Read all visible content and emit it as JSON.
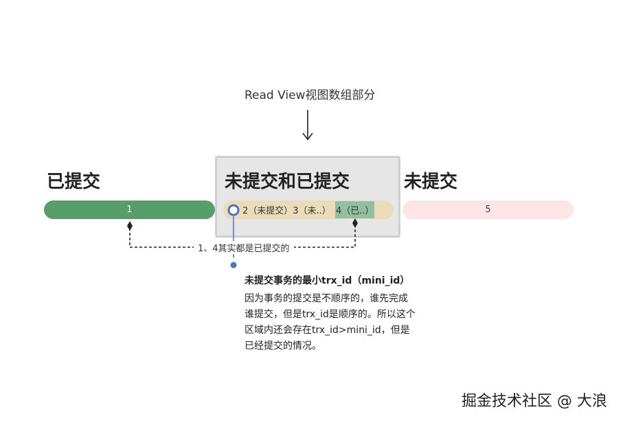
{
  "read_view_label": "Read View视图数组部分",
  "sections": {
    "committed_title": "已提交",
    "mixed_title": "未提交和已提交",
    "uncommitted_title": "未提交"
  },
  "bars": {
    "committed_value": "1",
    "uncommitted_value": "5",
    "mixed_item_1": "2（未提交）3（未..）",
    "mixed_item_2": "4（已..）"
  },
  "annotation": "1、4其实都是已提交的",
  "callout": {
    "title": "未提交事务的最小trx_id（mini_id）",
    "body": "因为事务的提交是不顺序的，谁先完成谁提交，但是trx_id是顺序的。所以这个区域内还会存在trx_id>mini_id，但是已经提交的情况。"
  },
  "watermark": "掘金技术社区 @ 大浪",
  "colors": {
    "committed": "#579d6a",
    "mixed": "#e9dcb7",
    "mixed_highlight": "#92bea4",
    "uncommitted": "#fde4e6",
    "marker": "#4a72c4"
  }
}
